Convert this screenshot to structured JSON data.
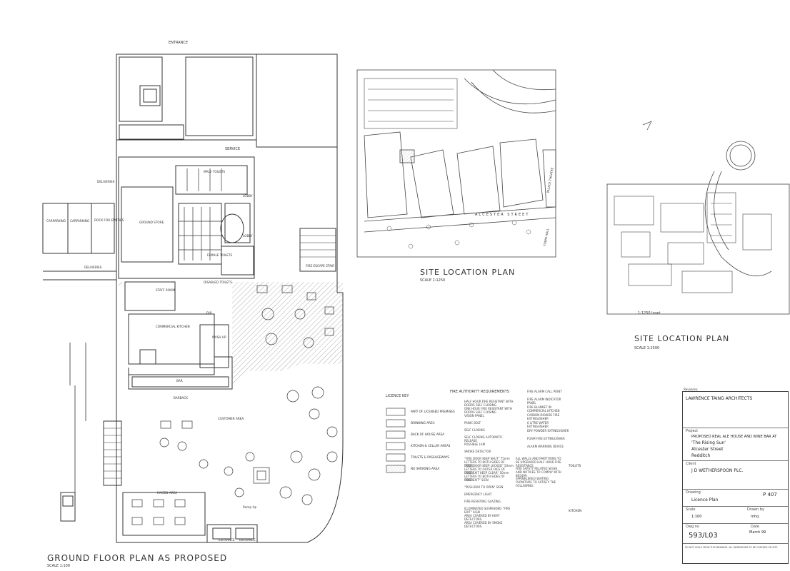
{
  "ground_floor": {
    "title": "GROUND FLOOR PLAN AS PROPOSED",
    "scale": "SCALE 1:100",
    "rooms": {
      "entrance_top": "ENTRANCE",
      "service": "SERVICE",
      "male_toilets": "MALE TOILETS",
      "lobby1": "LOBBY",
      "lobby2": "LOBBY",
      "ground_store": "GROUND STORE",
      "female_toilets": "FEMALE TOILETS",
      "disabled_toilets": "DISABLED TOILETS",
      "staff_room": "STAFF ROOM",
      "commercial_kitchen": "COMMERCIAL KITCHEN",
      "wash_up": "WASH UP",
      "bar": "BAR",
      "bar_back": "BARBACK",
      "customer_area": "CUSTOMER AREA",
      "raised_area": "RAISED AREA",
      "ramp_up": "Ramp Up",
      "fire_escape": "FIRE ESCAPE STAIR",
      "deliveries1": "DELIVERIES",
      "deliveries2": "DELIVERIES",
      "carparking1": "CARPARKING",
      "carparking2": "CARPARKING",
      "dock": "DOCK FOR EMPTIES",
      "fap": "FAP",
      "entrance_b1": "ENTRANCE",
      "entrance_b2": "ENTRANCE"
    }
  },
  "site_plan_1": {
    "title": "SITE LOCATION PLAN",
    "scale": "SCALE 1:1250",
    "street": "ALCESTER STREET",
    "town_hall": "TOWN HALL",
    "palace_theatre": "PALACE THEATRE"
  },
  "site_plan_2": {
    "title": "SITE LOCATION PLAN",
    "scale": "SCALE 1:2500",
    "inset": "1:1250 Inset"
  },
  "licence_key": {
    "title": "LICENCE KEY",
    "items": [
      "PART OF LICENSED PREMISES",
      "DRINKING AREA",
      "BACK OF HOUSE AREA",
      "KITCHEN & CELLAR AREAS",
      "TOILETS & PASSAGEWAYS",
      "NO SMOKING AREA"
    ]
  },
  "fire_requirements": {
    "title": "FIRE AUTHORITY REQUIREMENTS",
    "col1": [
      "HALF HOUR FIRE RESISTANT WITH DOORS SELF CLOSING",
      "ONE HOUR FIRE RESISTANT WITH DOORS SELF CLOSING",
      "VISION PANEL",
      "PANIC BOLT",
      "SELF CLOSING",
      "SELF CLOSING AUTOMATIC RELEASE",
      "POSSIBLE LAM",
      "SMOKE DETECTOR",
      "\"FIRE DOOR KEEP SHUT\" 75mm LETTERS TO BOTH SIDES OF DOOR",
      "\"FIRE DOOR KEEP LOCKED\" 50mm LETTERS TO OUTER FACE OF DOOR",
      "\"FIRE EXIT KEEP CLEAR\" 50mm LETTERS TO BOTH SIDES OF DOOR",
      "\"FIRE EXIT\" SIGN",
      "\"PUSH BAR TO OPEN\" SIGN",
      "EMERGENCY LIGHT",
      "FIRE RESISTING GLAZING",
      "ILLUMINATED SUSPENDED \"FIRE EXIT\" SIGN",
      "AREA COVERED BY HEAT DETECTORS",
      "AREA COVERED BY SMOKE DETECTORS"
    ],
    "col2": [
      "FIRE ALARM CALL POINT",
      "FIRE ALARM INDICATOR PANEL",
      "FIRE BLANKET IN COMMERCIAL KITCHEN",
      "CARBON DIOXIDE FIRE EXTINGUISHER",
      "6 LITRE WATER EXTINGUISHER",
      "DRY POWDER EXTINGUISHER",
      "FOAM FIRE EXTINGUISHER",
      "ALARM WARNING DEVICE"
    ],
    "notes": [
      "ALL WALLS AND PARTITIONS TO BE UPGRADED HALF HOUR FIRE RESISTANCE.",
      "FIRE SAFETY RELATED SIGNS AND NOTICES TO COMPLY WITH BS5499.",
      "SPRINKLERED SEATING FURNITURE TO SATISFY THE FOLLOWING:"
    ]
  },
  "toilets_note": "TOILETS",
  "kitchen_note": "KITCHEN",
  "title_block": {
    "revisions_label": "Revisions",
    "firm": "LAWRENCE TAING ARCHITECTS",
    "project_label": "Project",
    "project": "PROPOSED REAL ALE HOUSE AND WINE BAR AT",
    "project_line2": "'The Rising Sun'",
    "project_line3": "Alcester Street",
    "project_line4": "Redditch",
    "client_label": "Client",
    "client": "J D WETHERSPOON PLC.",
    "drawing_label": "Drawing",
    "drawing": "Licence Plan",
    "drawing_ref": "P 407",
    "scale_label": "Scale",
    "scale": "1:100",
    "drawn_label": "Drawn by",
    "drawn": "mhq",
    "dwg_label": "Dwg no",
    "dwg": "593/L03",
    "date_label": "Date",
    "date": "March 99",
    "footer": "DO NOT SCALE FROM THIS DRAWING. ALL DIMENSIONS TO BE CHECKED ON SITE."
  }
}
